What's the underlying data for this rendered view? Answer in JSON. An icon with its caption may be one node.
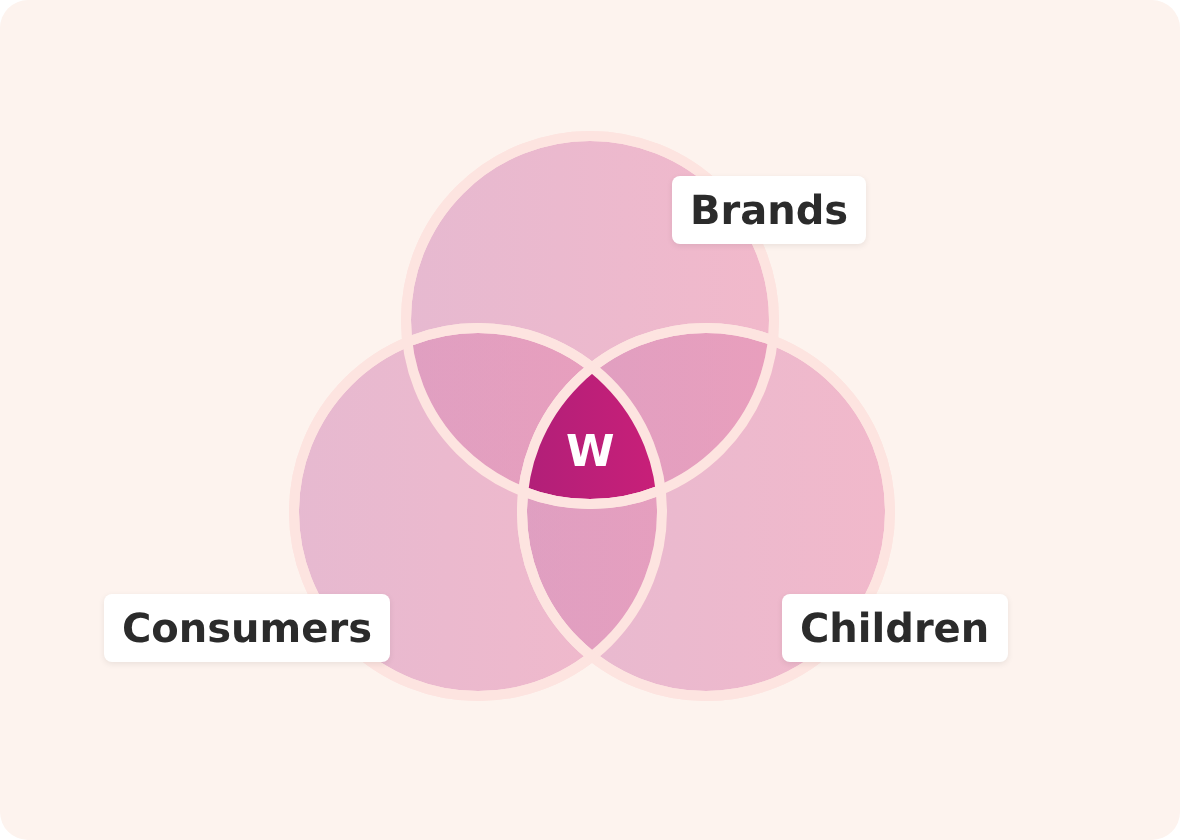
{
  "diagram": {
    "nodes": [
      {
        "text": [
          "Brands"
        ]
      },
      {
        "text": [
          "Consumers"
        ]
      },
      {
        "text": [
          "Children"
        ]
      },
      {
        "text": [
          "W"
        ]
      }
    ]
  }
}
